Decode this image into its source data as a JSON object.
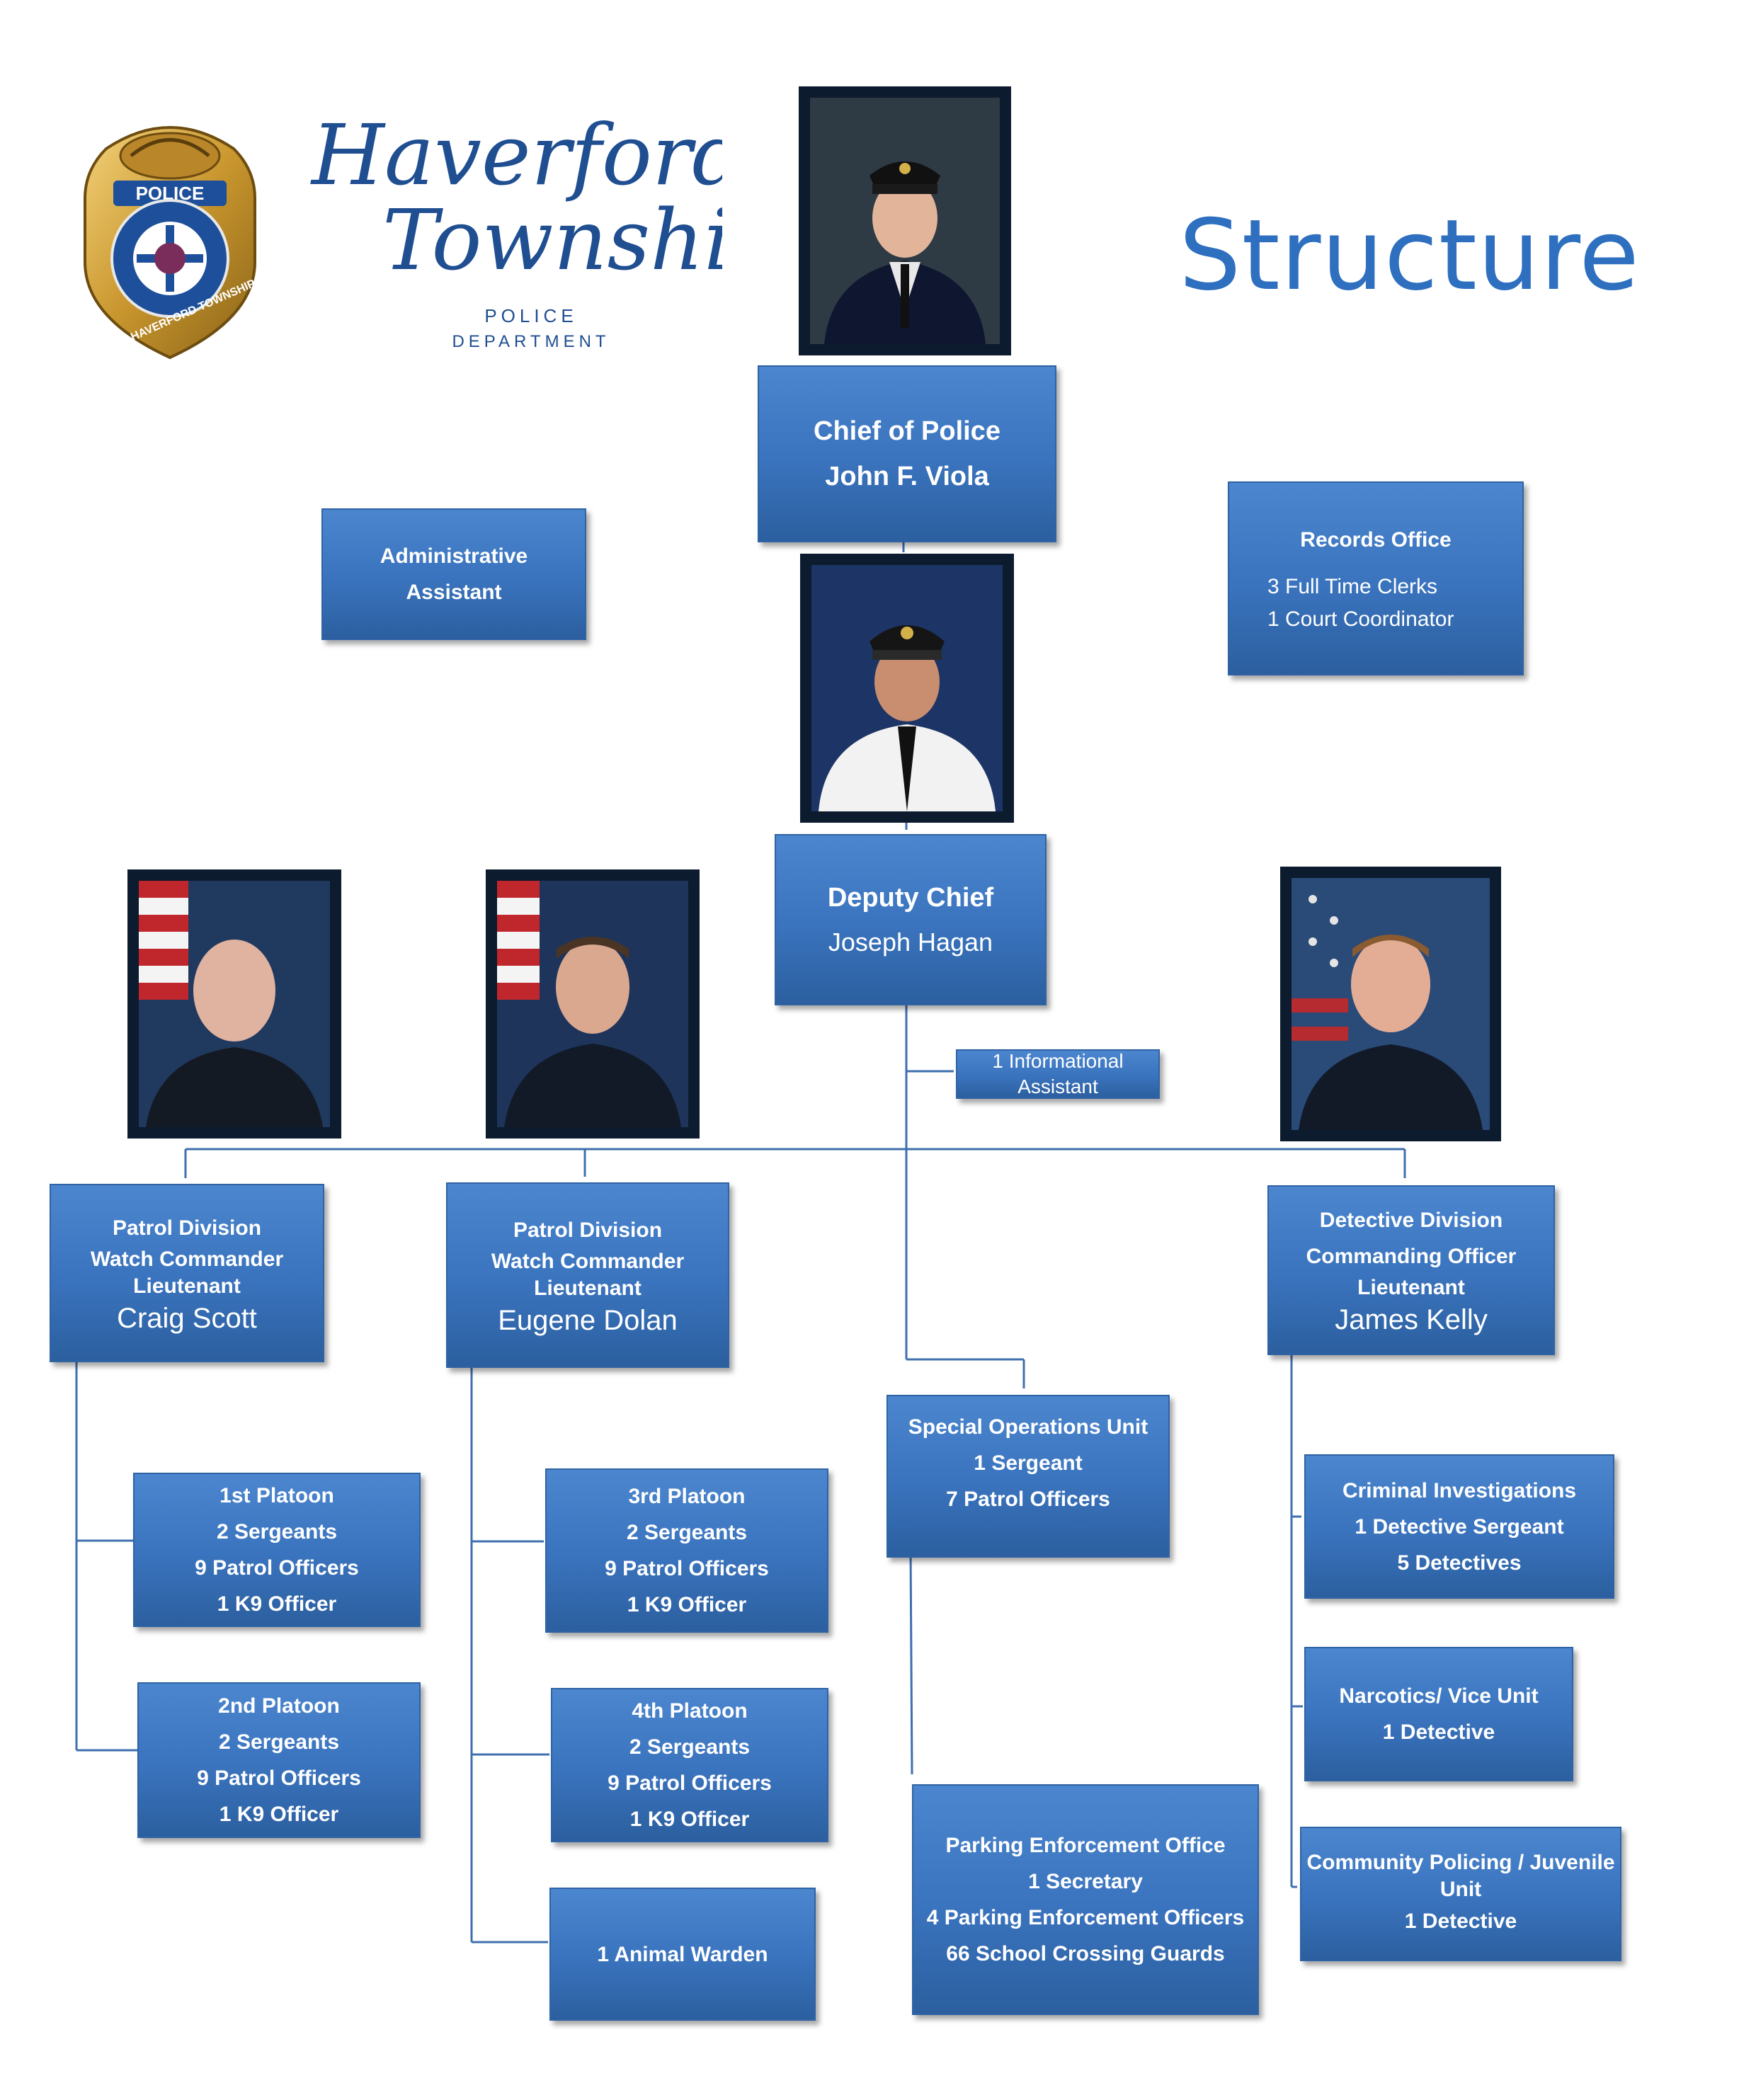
{
  "header": {
    "title": "Structure",
    "logo_text": {
      "line1": "Haverford",
      "line2": "Township",
      "line3": "POLICE",
      "line4": "DEPARTMENT"
    },
    "badge_text": {
      "top": "POLICE",
      "ring": "HAVERFORD TOWNSHIP"
    }
  },
  "chief": {
    "title": "Chief of Police",
    "name": "John F. Viola"
  },
  "admin_assistant": {
    "line1": "Administrative",
    "line2": "Assistant"
  },
  "records_office": {
    "title": "Records Office",
    "line1": "3 Full Time Clerks",
    "line2": "1 Court Coordinator"
  },
  "deputy_chief": {
    "title": "Deputy Chief",
    "name": "Joseph Hagan"
  },
  "info_assistant": {
    "line1": "1 Informational",
    "line2": "Assistant"
  },
  "patrol_scott": {
    "l1": "Patrol Division",
    "l2": "Watch Commander",
    "l3": "Lieutenant",
    "name": "Craig Scott"
  },
  "patrol_dolan": {
    "l1": "Patrol Division",
    "l2": "Watch Commander",
    "l3": "Lieutenant",
    "name": "Eugene Dolan"
  },
  "detective": {
    "l1": "Detective Division",
    "l2": "Commanding Officer",
    "l3": "Lieutenant",
    "name": "James Kelly"
  },
  "platoon1": {
    "l1": "1st Platoon",
    "l2": "2 Sergeants",
    "l3": "9 Patrol Officers",
    "l4": "1 K9 Officer"
  },
  "platoon2": {
    "l1": "2nd Platoon",
    "l2": "2 Sergeants",
    "l3": "9 Patrol Officers",
    "l4": "1 K9 Officer"
  },
  "platoon3": {
    "l1": "3rd Platoon",
    "l2": "2 Sergeants",
    "l3": "9 Patrol Officers",
    "l4": "1 K9 Officer"
  },
  "platoon4": {
    "l1": "4th Platoon",
    "l2": "2 Sergeants",
    "l3": "9 Patrol Officers",
    "l4": "1 K9 Officer"
  },
  "animal_warden": {
    "l1": "1 Animal Warden"
  },
  "special_ops": {
    "l1": "Special Operations Unit",
    "l2": "1 Sergeant",
    "l3": "7 Patrol Officers"
  },
  "parking": {
    "l1": "Parking Enforcement  Office",
    "l2": "1 Secretary",
    "l3": "4 Parking Enforcement Officers",
    "l4": "66 School Crossing Guards"
  },
  "criminal": {
    "l1": "Criminal Investigations",
    "l2": "1 Detective Sergeant",
    "l3": "5 Detectives"
  },
  "narcotics": {
    "l1": "Narcotics/ Vice Unit",
    "l2": "1 Detective"
  },
  "community": {
    "l1": "Community Policing  / Juvenile",
    "l2": "Unit",
    "l3": "1 Detective"
  },
  "colors": {
    "box": "#3a73bd",
    "line": "#3f6fae",
    "title": "#2e6fbf"
  }
}
